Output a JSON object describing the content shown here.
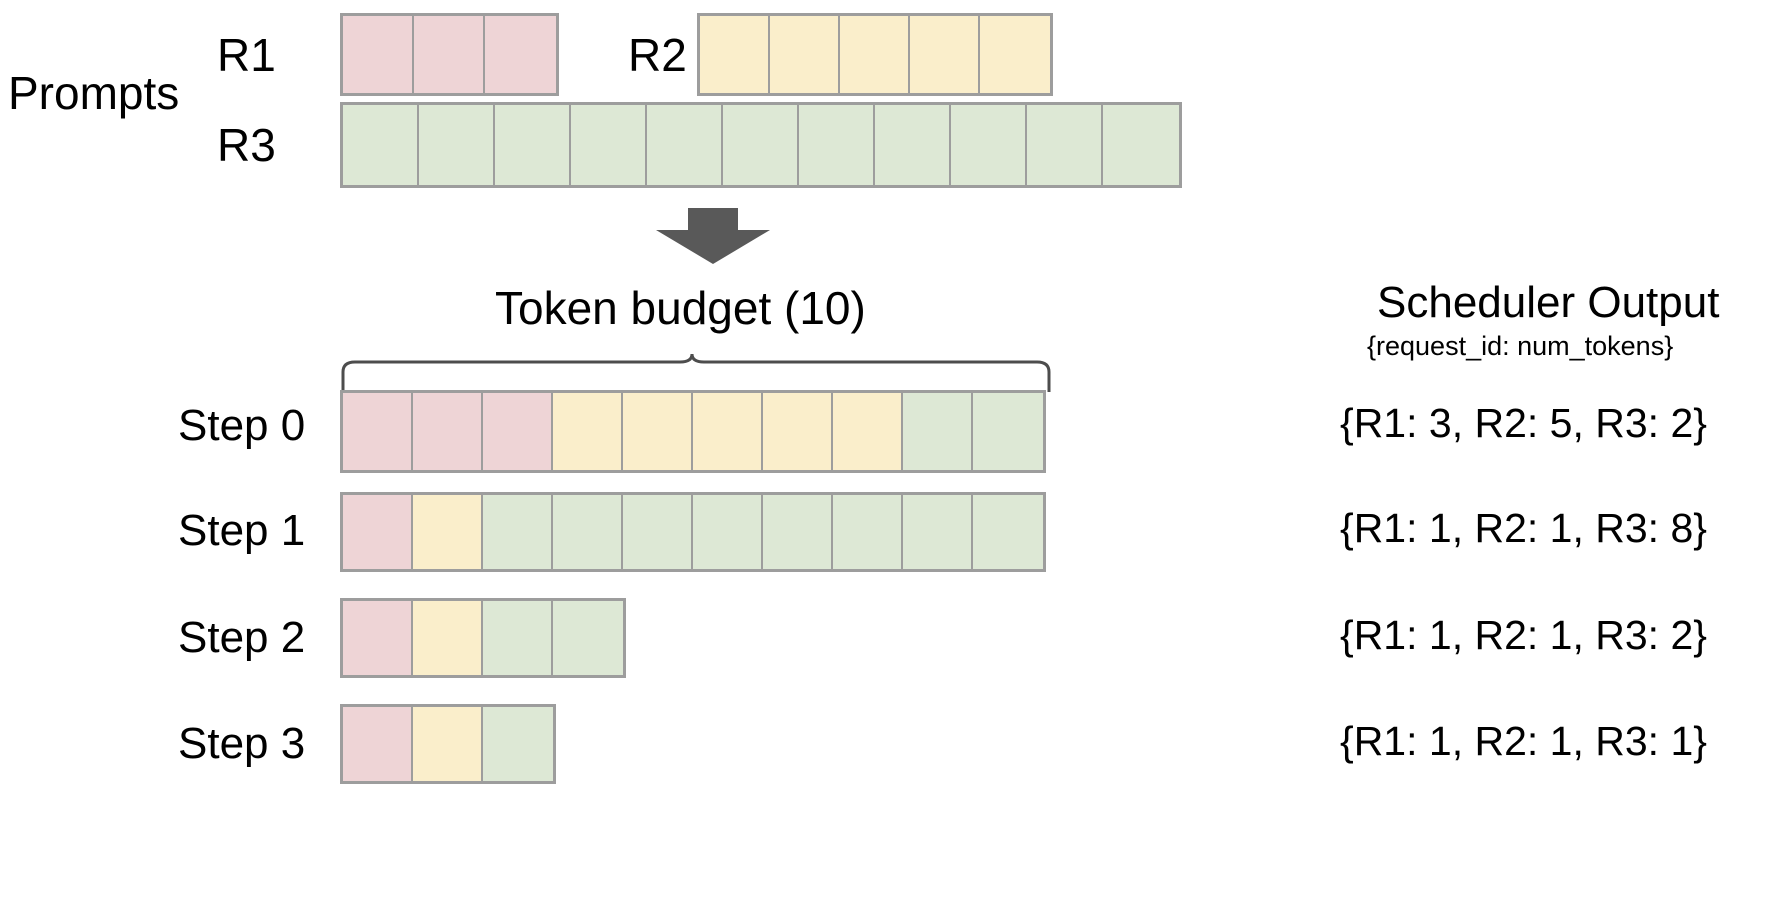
{
  "diagram": {
    "title_prompts": "Prompts",
    "token_budget_label": "Token budget (10)",
    "scheduler_title": "Scheduler Output",
    "scheduler_subtitle": "{request_id: num_tokens}",
    "token_budget_value": 10,
    "colors": {
      "r1": "#eed4d6",
      "r2": "#faeecb",
      "r3": "#dde8d5",
      "border": "#9d9d9d",
      "arrow": "#595959",
      "text": "#000000",
      "background": "#ffffff"
    },
    "prompts": [
      {
        "id": "R1",
        "label": "R1",
        "tokens": 3,
        "color_key": "r1"
      },
      {
        "id": "R2",
        "label": "R2",
        "tokens": 5,
        "color_key": "r2"
      },
      {
        "id": "R3",
        "label": "R3",
        "tokens": 11,
        "color_key": "r3"
      }
    ],
    "steps": [
      {
        "label": "Step 0",
        "segments": [
          {
            "request": "R1",
            "count": 3,
            "color_key": "r1"
          },
          {
            "request": "R2",
            "count": 5,
            "color_key": "r2"
          },
          {
            "request": "R3",
            "count": 2,
            "color_key": "r3"
          }
        ],
        "output": "{R1: 3, R2: 5, R3: 2}",
        "total_tokens": 10
      },
      {
        "label": "Step 1",
        "segments": [
          {
            "request": "R1",
            "count": 1,
            "color_key": "r1"
          },
          {
            "request": "R2",
            "count": 1,
            "color_key": "r2"
          },
          {
            "request": "R3",
            "count": 8,
            "color_key": "r3"
          }
        ],
        "output": "{R1: 1, R2: 1, R3: 8}",
        "total_tokens": 10
      },
      {
        "label": "Step 2",
        "segments": [
          {
            "request": "R1",
            "count": 1,
            "color_key": "r1"
          },
          {
            "request": "R2",
            "count": 1,
            "color_key": "r2"
          },
          {
            "request": "R3",
            "count": 2,
            "color_key": "r3"
          }
        ],
        "output": "{R1: 1, R2: 1, R3: 2}",
        "total_tokens": 4
      },
      {
        "label": "Step 3",
        "segments": [
          {
            "request": "R1",
            "count": 1,
            "color_key": "r1"
          },
          {
            "request": "R2",
            "count": 1,
            "color_key": "r2"
          },
          {
            "request": "R3",
            "count": 1,
            "color_key": "r3"
          }
        ],
        "output": "{R1: 1, R2: 1, R3: 1}",
        "total_tokens": 3
      }
    ],
    "icons": {
      "flow_arrow": "down-arrow-icon",
      "budget_brace": "curly-brace-icon"
    }
  }
}
